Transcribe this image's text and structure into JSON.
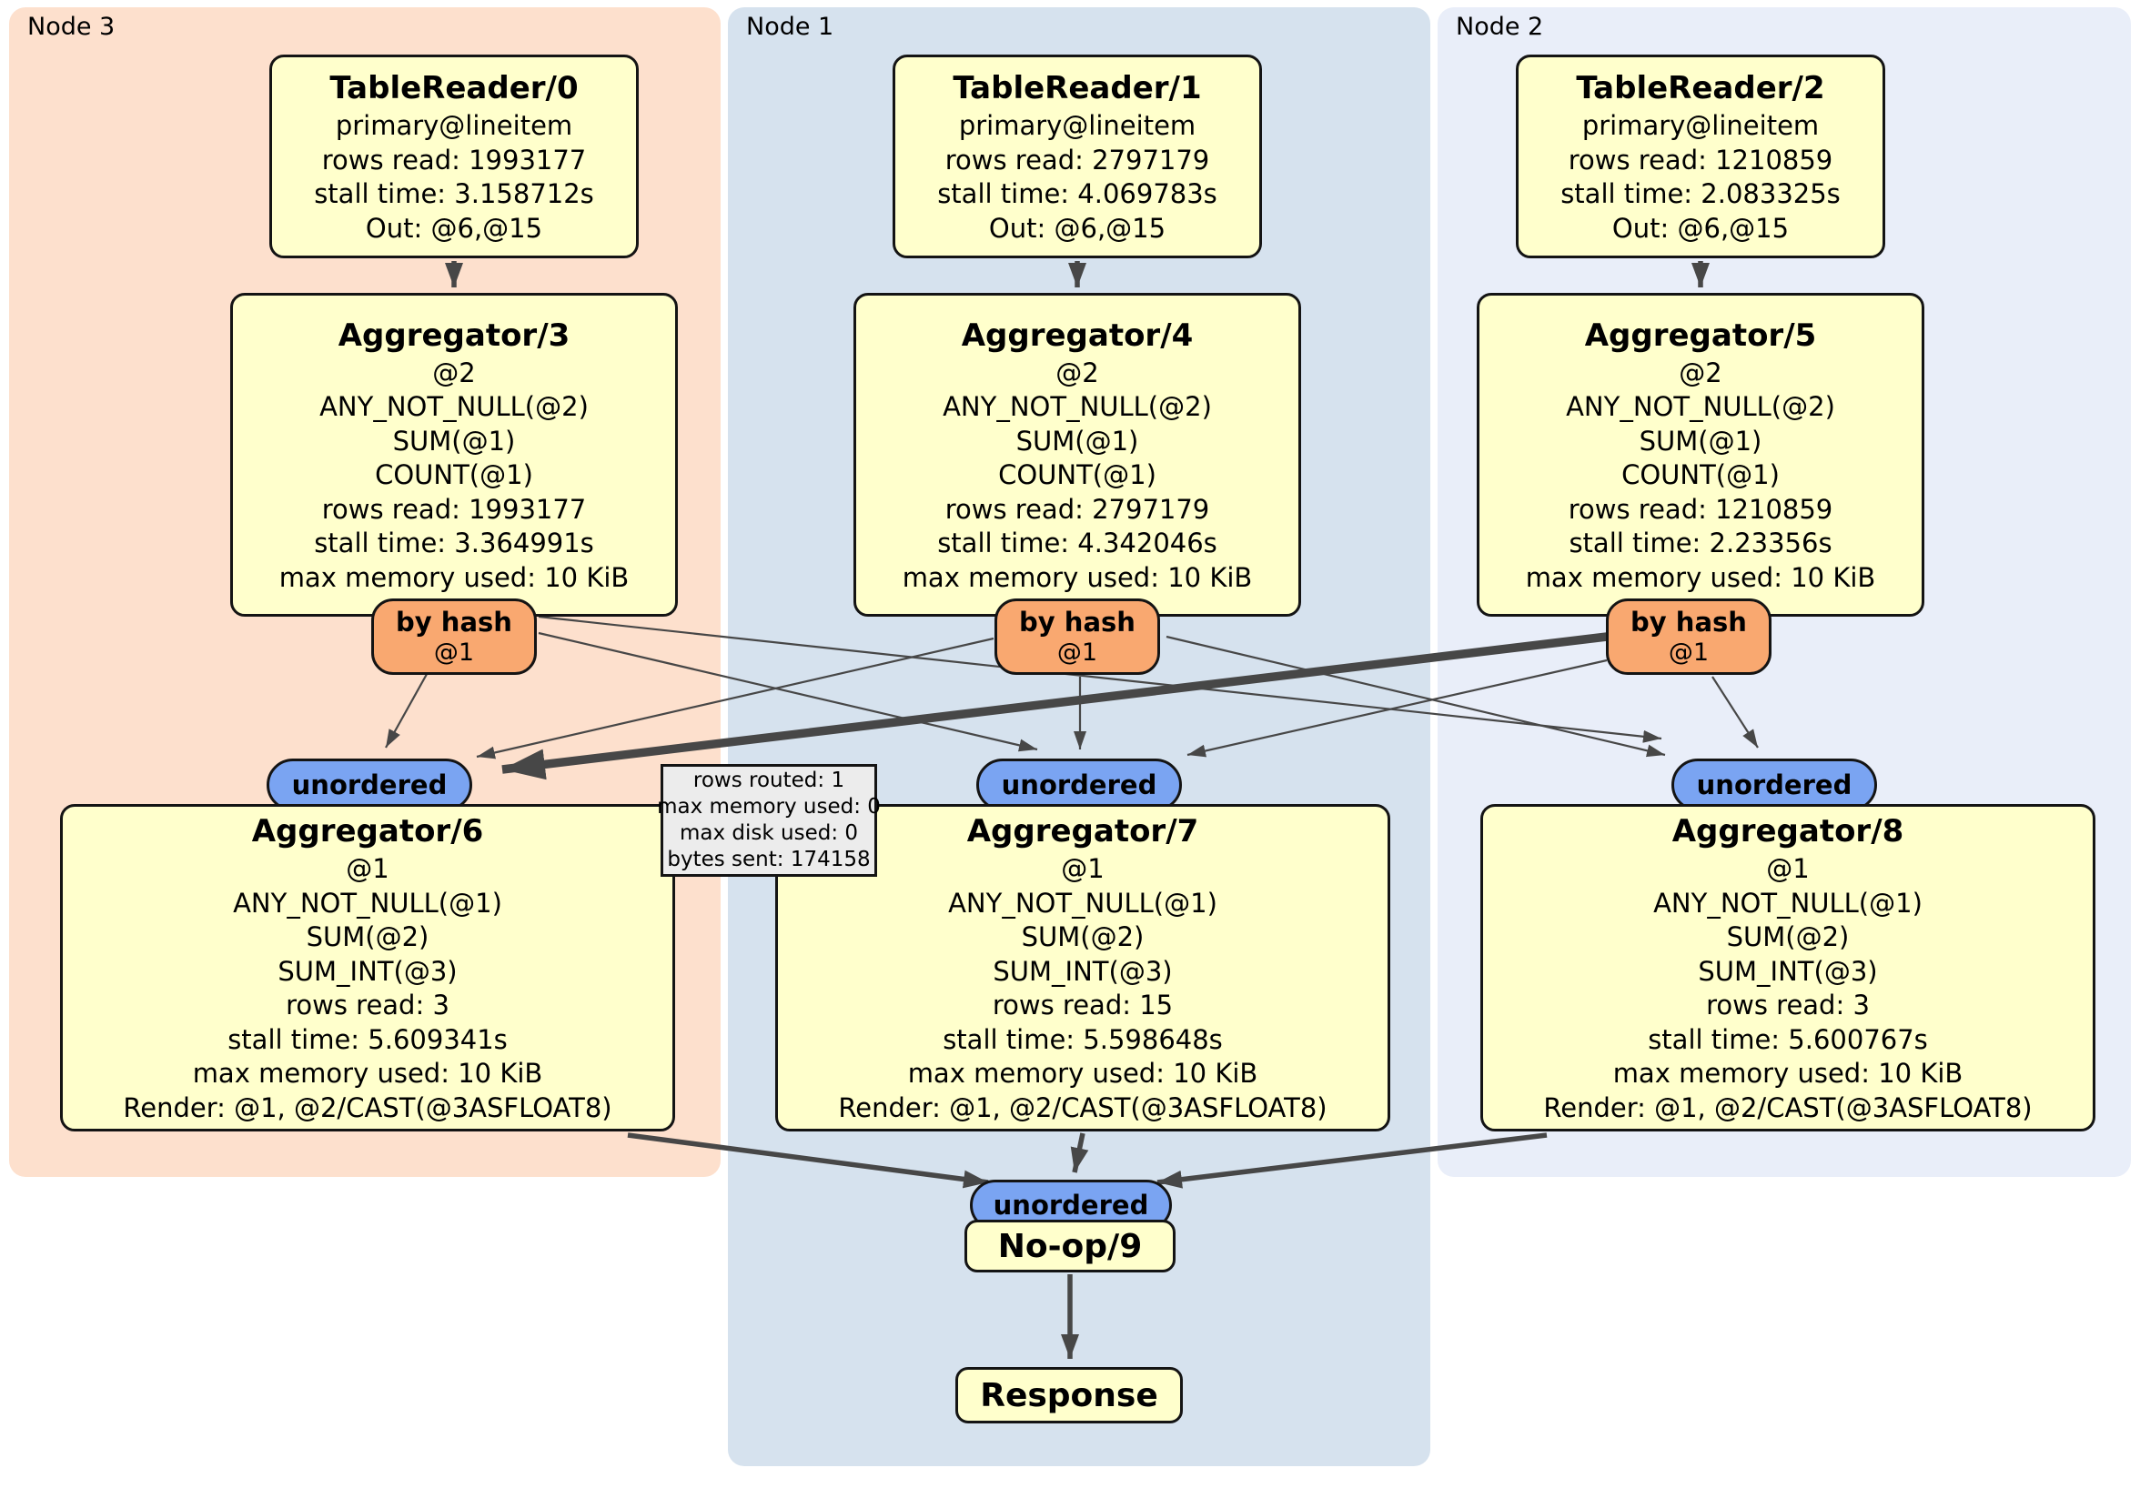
{
  "colors": {
    "node3_bg": "#fde0cd",
    "node1_bg": "#d6e2ee",
    "node2_bg": "#e9eef9",
    "box_fill": "#ffffcc",
    "router_fill": "#f9a870",
    "sync_fill": "#7aa4f2",
    "tooltip_fill": "#ececec",
    "edge": "#474747"
  },
  "nodes": [
    {
      "label": "Node 3",
      "tr": {
        "title": "TableReader/0",
        "lines": [
          "primary@lineitem",
          "rows read: 1993177",
          "stall time: 3.158712s",
          "Out: @6,@15"
        ]
      },
      "agg_top": {
        "title": "Aggregator/3",
        "lines": [
          "@2",
          "ANY_NOT_NULL(@2)",
          "SUM(@1)",
          "COUNT(@1)",
          "rows read: 1993177",
          "stall time: 3.364991s",
          "max memory used: 10 KiB"
        ]
      },
      "router": {
        "label": "by hash",
        "detail": "@1"
      },
      "sync": {
        "label": "unordered"
      },
      "agg_bottom": {
        "title": "Aggregator/6",
        "lines": [
          "@1",
          "ANY_NOT_NULL(@1)",
          "SUM(@2)",
          "SUM_INT(@3)",
          "rows read: 3",
          "stall time: 5.609341s",
          "max memory used: 10 KiB",
          "Render: @1, @2/CAST(@3ASFLOAT8)"
        ]
      }
    },
    {
      "label": "Node 1",
      "tr": {
        "title": "TableReader/1",
        "lines": [
          "primary@lineitem",
          "rows read: 2797179",
          "stall time: 4.069783s",
          "Out: @6,@15"
        ]
      },
      "agg_top": {
        "title": "Aggregator/4",
        "lines": [
          "@2",
          "ANY_NOT_NULL(@2)",
          "SUM(@1)",
          "COUNT(@1)",
          "rows read: 2797179",
          "stall time: 4.342046s",
          "max memory used: 10 KiB"
        ]
      },
      "router": {
        "label": "by hash",
        "detail": "@1"
      },
      "sync": {
        "label": "unordered"
      },
      "agg_bottom": {
        "title": "Aggregator/7",
        "lines": [
          "@1",
          "ANY_NOT_NULL(@1)",
          "SUM(@2)",
          "SUM_INT(@3)",
          "rows read: 15",
          "stall time: 5.598648s",
          "max memory used: 10 KiB",
          "Render: @1, @2/CAST(@3ASFLOAT8)"
        ]
      }
    },
    {
      "label": "Node 2",
      "tr": {
        "title": "TableReader/2",
        "lines": [
          "primary@lineitem",
          "rows read: 1210859",
          "stall time: 2.083325s",
          "Out: @6,@15"
        ]
      },
      "agg_top": {
        "title": "Aggregator/5",
        "lines": [
          "@2",
          "ANY_NOT_NULL(@2)",
          "SUM(@1)",
          "COUNT(@1)",
          "rows read: 1210859",
          "stall time: 2.23356s",
          "max memory used: 10 KiB"
        ]
      },
      "router": {
        "label": "by hash",
        "detail": "@1"
      },
      "sync": {
        "label": "unordered"
      },
      "agg_bottom": {
        "title": "Aggregator/8",
        "lines": [
          "@1",
          "ANY_NOT_NULL(@1)",
          "SUM(@2)",
          "SUM_INT(@3)",
          "rows read: 3",
          "stall time: 5.600767s",
          "max memory used: 10 KiB",
          "Render: @1, @2/CAST(@3ASFLOAT8)"
        ]
      }
    }
  ],
  "tooltip": {
    "lines": [
      "rows routed: 1",
      "max memory used: 0",
      "max disk used: 0",
      "bytes sent: 174158"
    ]
  },
  "final": {
    "sync": "unordered",
    "noop": "No-op/9",
    "response": "Response"
  }
}
